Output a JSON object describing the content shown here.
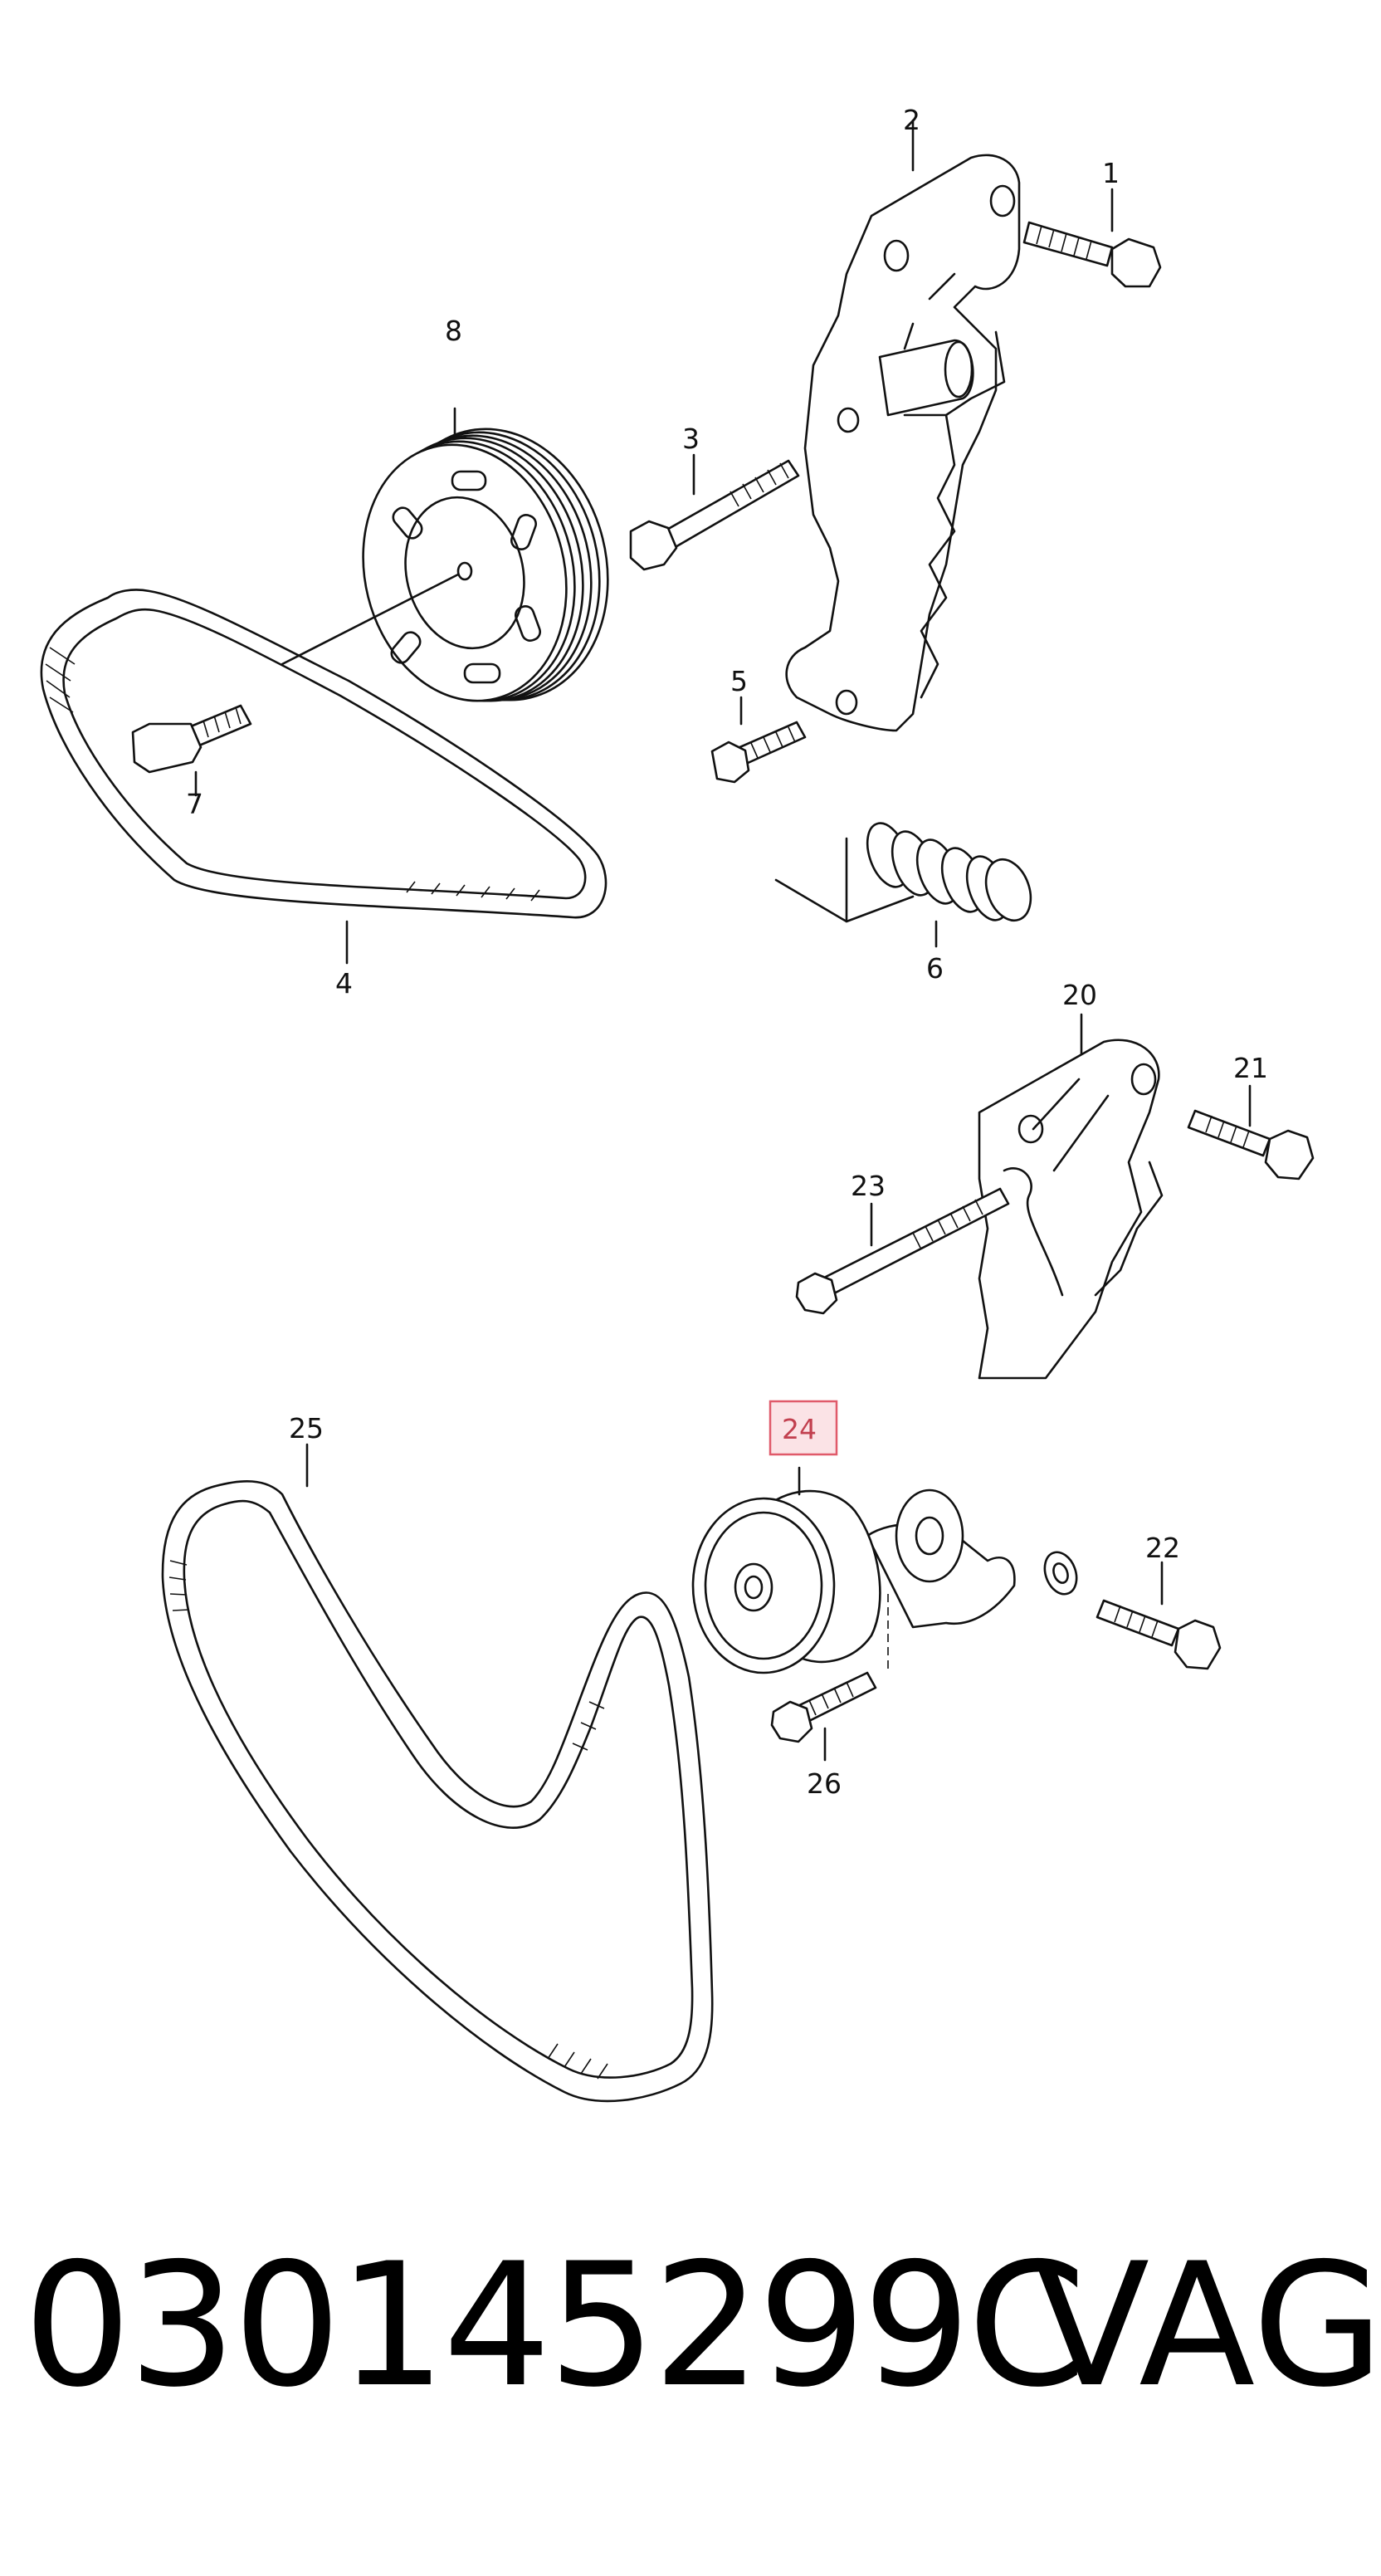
{
  "callouts": {
    "c1": "1",
    "c2": "2",
    "c3": "3",
    "c4": "4",
    "c5": "5",
    "c6": "6",
    "c7": "7",
    "c8": "8",
    "c20": "20",
    "c21": "21",
    "c22": "22",
    "c23": "23",
    "c24": "24",
    "c25": "25",
    "c26": "26"
  },
  "highlight": {
    "callout": "24",
    "color": "#e05a6a",
    "fill": "#fbe3e6"
  },
  "footer": {
    "part_number": "030145299C",
    "brand": "VAG"
  }
}
